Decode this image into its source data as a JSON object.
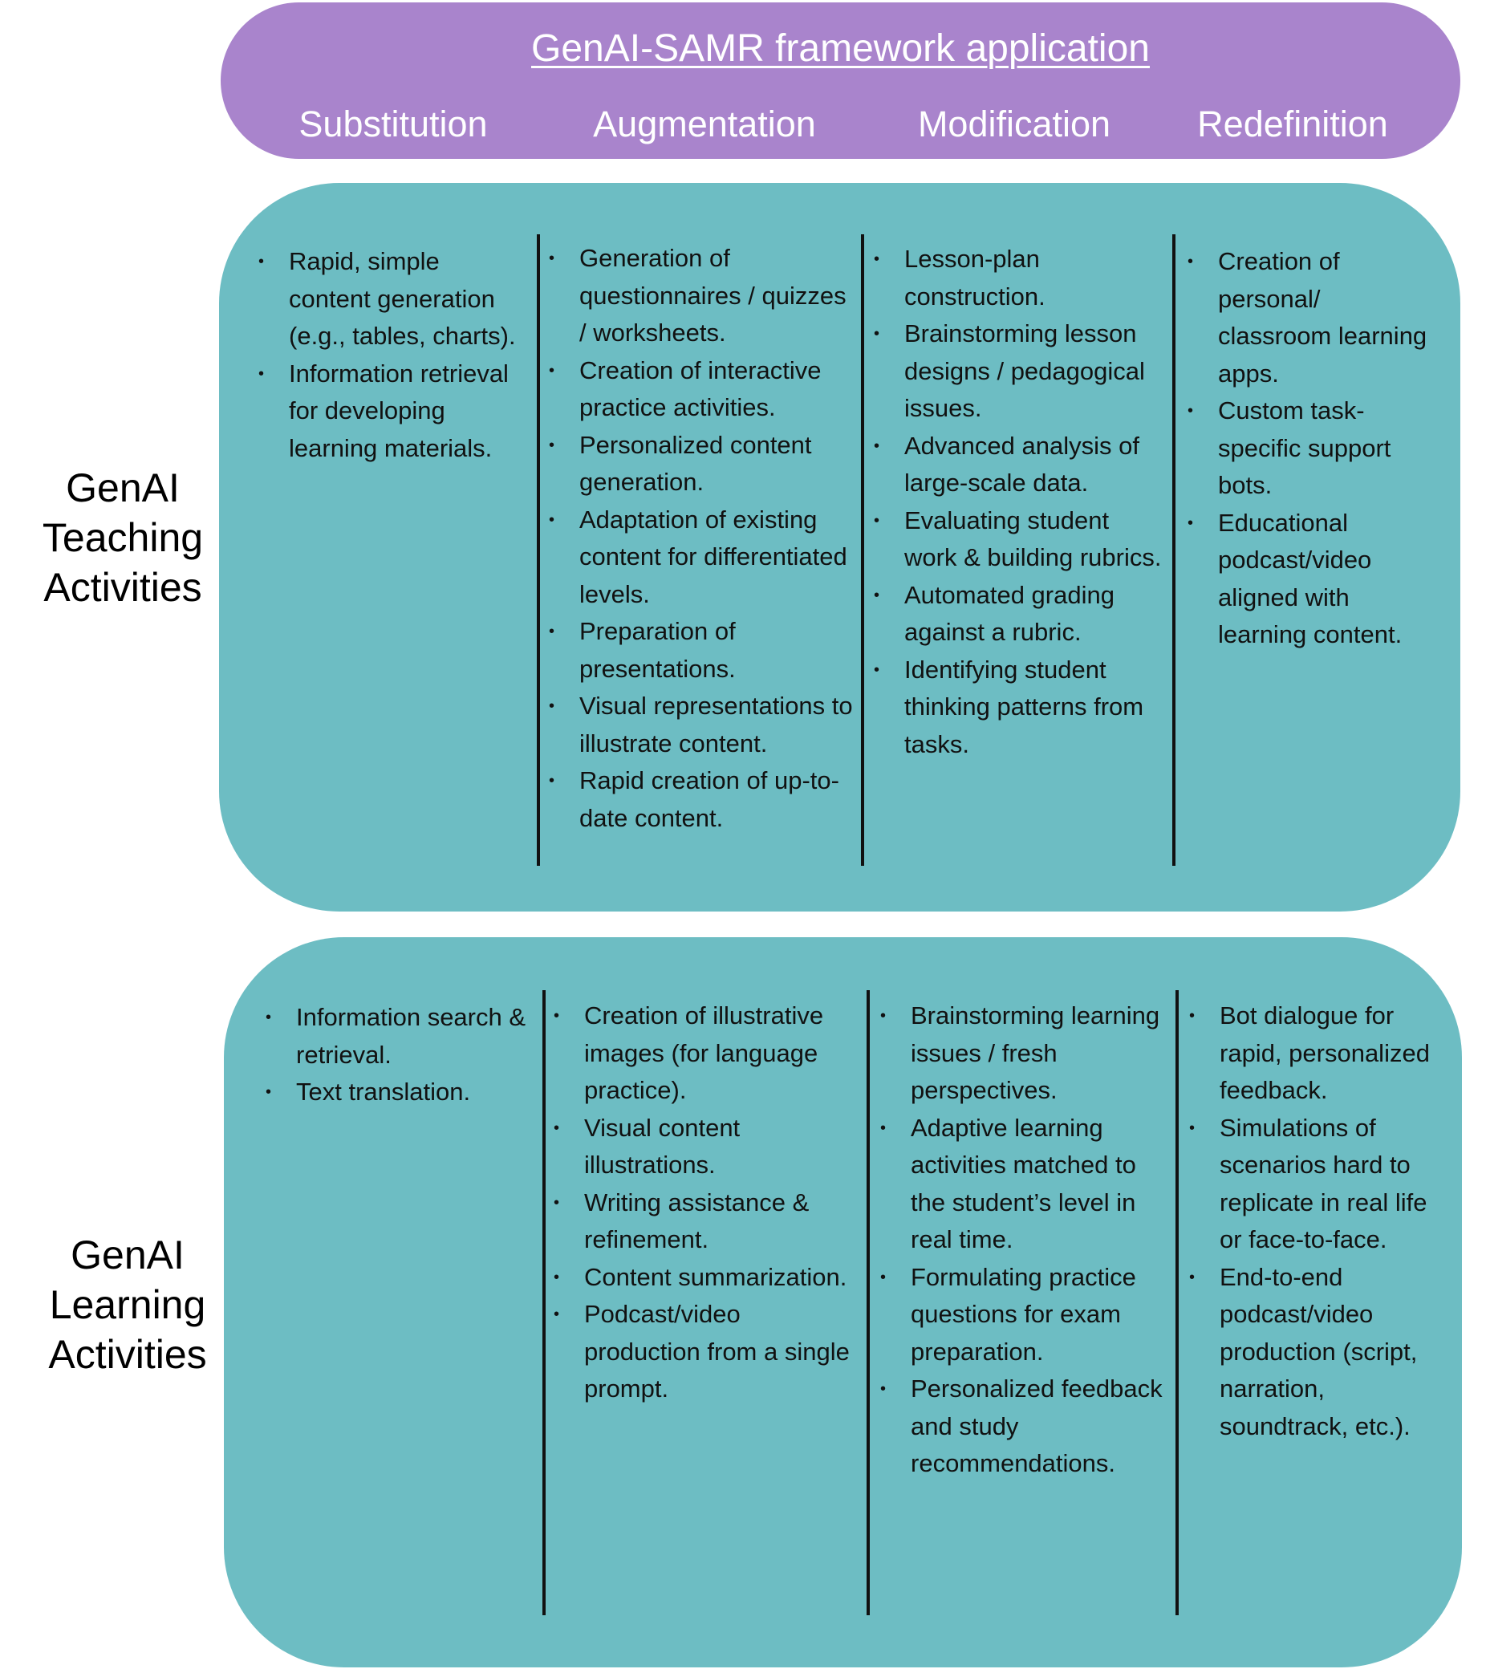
{
  "header": {
    "title": "GenAI-SAMR framework application",
    "columns": [
      "Substitution",
      "Augmentation",
      "Modification",
      "Redefinition"
    ]
  },
  "rows": {
    "teaching": {
      "label": [
        "GenAI",
        "Teaching",
        "Activities"
      ],
      "columns": [
        [
          "Rapid, simple content generation (e.g., tables, charts).",
          "Information retrieval for developing learning materials."
        ],
        [
          "Generation of questionnaires / quizzes / worksheets.",
          "Creation of interactive practice activities.",
          "Personalized content generation.",
          "Adaptation of existing content for differentiated levels.",
          "Preparation of presentations.",
          "Visual representations to illustrate content.",
          "Rapid creation of up-to-date content."
        ],
        [
          "Lesson-plan construction.",
          "Brainstorming lesson designs / pedagogical issues.",
          "Advanced analysis of large-scale data.",
          "Evaluating student work & building rubrics.",
          "Automated grading against a rubric.",
          "Identifying student thinking patterns from tasks."
        ],
        [
          "Creation of personal/ classroom learning apps.",
          "Custom task-specific support bots.",
          "Educational podcast/video aligned with learning content."
        ]
      ]
    },
    "learning": {
      "label": [
        "GenAI",
        "Learning",
        "Activities"
      ],
      "columns": [
        [
          "Information search & retrieval.",
          "Text translation."
        ],
        [
          "Creation of illustrative images (for language practice).",
          "Visual content illustrations.",
          "Writing assistance & refinement.",
          "Content summarization.",
          "Podcast/video production from a single prompt."
        ],
        [
          "Brainstorming learning issues / fresh perspectives.",
          "Adaptive learning activities matched to the student’s level in real time.",
          "Formulating practice questions for exam preparation.",
          "Personalized feedback and study recommendations."
        ],
        [
          "Bot dialogue for rapid, personalized feedback.",
          "Simulations of scenarios hard to replicate in real life or face-to-face.",
          "End-to-end podcast/video production (script, narration, soundtrack, etc.)."
        ]
      ]
    }
  },
  "colors": {
    "header_bg": "#a984cc",
    "panel_bg": "#6dbdc3",
    "header_text": "#ffffff",
    "divider": "#111111"
  }
}
